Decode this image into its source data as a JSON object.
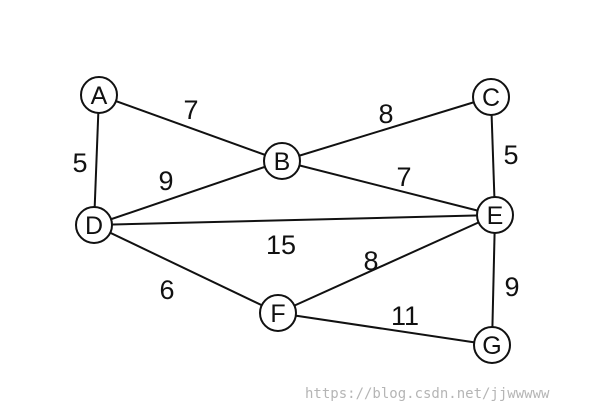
{
  "diagram": {
    "nodes": [
      {
        "id": "A",
        "label": "A"
      },
      {
        "id": "B",
        "label": "B"
      },
      {
        "id": "C",
        "label": "C"
      },
      {
        "id": "D",
        "label": "D"
      },
      {
        "id": "E",
        "label": "E"
      },
      {
        "id": "F",
        "label": "F"
      },
      {
        "id": "G",
        "label": "G"
      }
    ],
    "edges": [
      {
        "from": "A",
        "to": "B",
        "weight": "7"
      },
      {
        "from": "A",
        "to": "D",
        "weight": "5"
      },
      {
        "from": "B",
        "to": "C",
        "weight": "8"
      },
      {
        "from": "B",
        "to": "D",
        "weight": "9"
      },
      {
        "from": "B",
        "to": "E",
        "weight": "7"
      },
      {
        "from": "C",
        "to": "E",
        "weight": "5"
      },
      {
        "from": "D",
        "to": "E",
        "weight": "15"
      },
      {
        "from": "D",
        "to": "F",
        "weight": "6"
      },
      {
        "from": "E",
        "to": "F",
        "weight": "8"
      },
      {
        "from": "E",
        "to": "G",
        "weight": "9"
      },
      {
        "from": "F",
        "to": "G",
        "weight": "11"
      }
    ]
  },
  "watermark": "https://blog.csdn.net/jjwwwww"
}
